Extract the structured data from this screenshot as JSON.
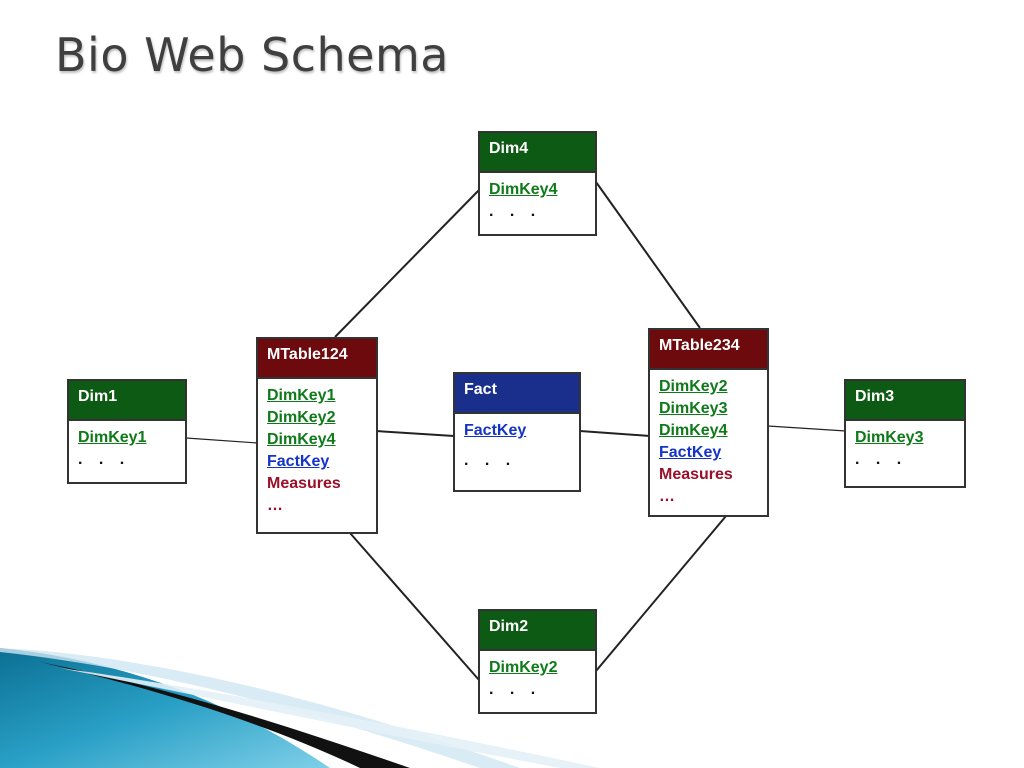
{
  "title": "Bio Web Schema",
  "tables": {
    "dim4": {
      "name": "Dim4",
      "keys": [
        "DimKey4"
      ],
      "more": ". . ."
    },
    "dim1": {
      "name": "Dim1",
      "keys": [
        "DimKey1"
      ],
      "more": ". . ."
    },
    "dim2": {
      "name": "Dim2",
      "keys": [
        "DimKey2"
      ],
      "more": ". . ."
    },
    "dim3": {
      "name": "Dim3",
      "keys": [
        "DimKey3"
      ],
      "more": ". . ."
    },
    "fact": {
      "name": "Fact",
      "keys": [
        "FactKey"
      ],
      "more": ". . ."
    },
    "mtable124": {
      "name": "MTable124",
      "keys": [
        "DimKey1",
        "DimKey2",
        "DimKey4"
      ],
      "factkey": "FactKey",
      "measures": "Measures",
      "more": "…"
    },
    "mtable234": {
      "name": "MTable234",
      "keys": [
        "DimKey2",
        "DimKey3",
        "DimKey4"
      ],
      "factkey": "FactKey",
      "measures": "Measures",
      "more": "…"
    }
  },
  "colors": {
    "dimension_header": "#0d5a14",
    "mtable_header": "#6c0a0d",
    "fact_header": "#1a2f8c",
    "dimkey": "#0f7a1a",
    "factkey": "#1434c8",
    "measures": "#9a0f2a"
  }
}
